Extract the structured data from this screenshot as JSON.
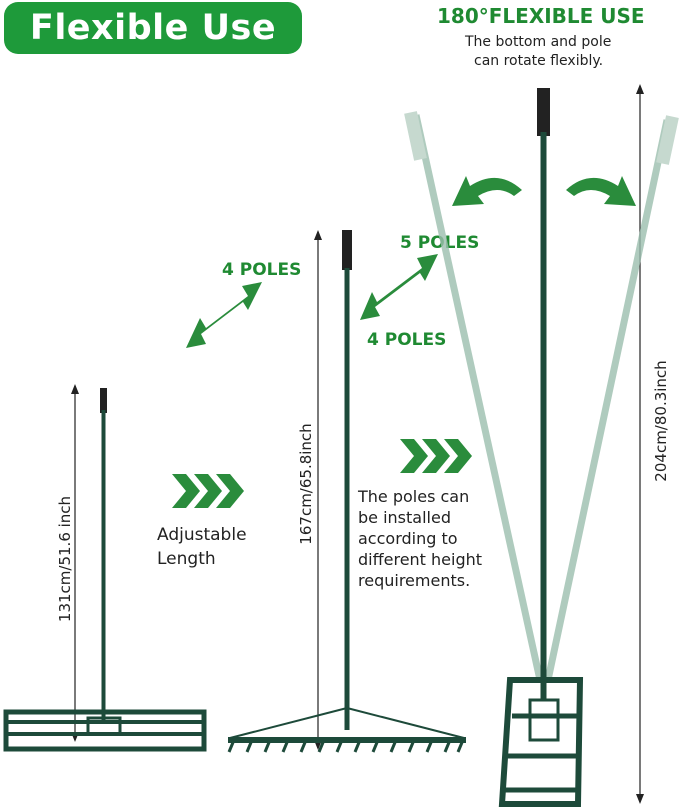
{
  "header": {
    "badge": "Flexible Use"
  },
  "flex_section": {
    "title": "180°FLEXIBLE USE",
    "desc_line1": "The bottom and pole",
    "desc_line2": "can rotate flexibly."
  },
  "labels": {
    "four_poles_left": "4 POLES",
    "five_poles": "5 POLES",
    "four_poles_right": "4 POLES",
    "adjustable_1": "Adjustable",
    "adjustable_2": "Length",
    "poles_desc": [
      "The poles can",
      "be installed",
      "according to",
      "different height",
      "requirements."
    ]
  },
  "dimensions": {
    "small": "131cm/51.6 inch",
    "medium": "167cm/65.8inch",
    "large": "204cm/80.3inch"
  },
  "colors": {
    "brand_green": "#1e9a3a",
    "tool_green": "#1d4a3a",
    "arrow_green": "#2a8c3c"
  }
}
